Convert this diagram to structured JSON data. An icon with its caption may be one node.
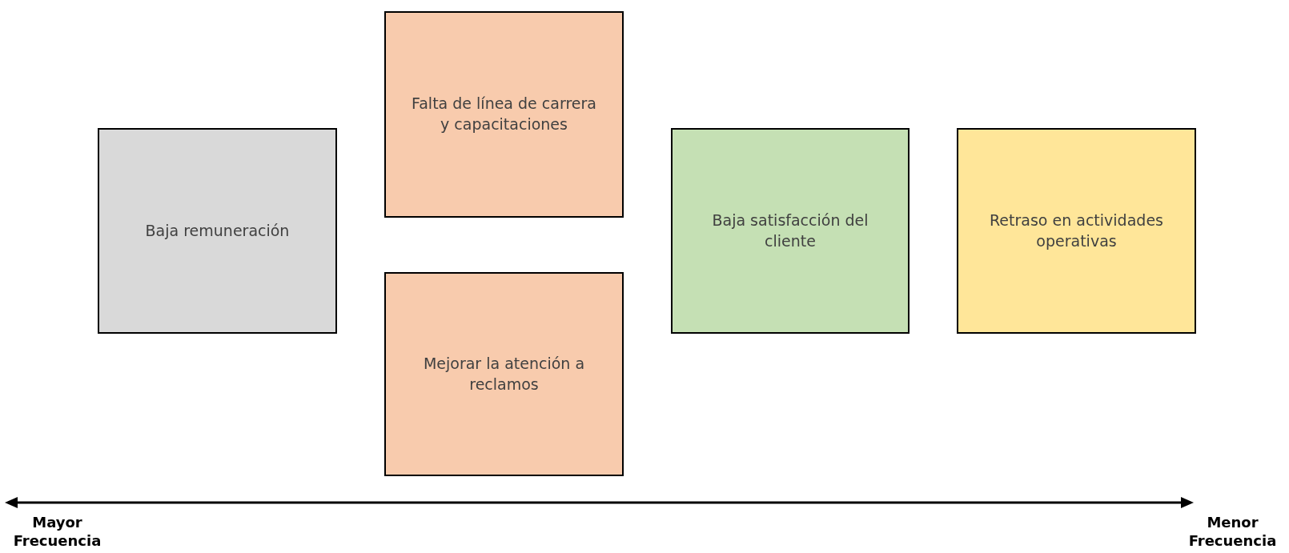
{
  "diagram": {
    "nodes": [
      {
        "text": [
          "Baja remuneración"
        ]
      },
      {
        "text": [
          "Falta de línea de carrera y capacitaciones"
        ]
      },
      {
        "text": [
          "Mejorar la atención a reclamos"
        ]
      },
      {
        "text": [
          "Baja satisfacción del cliente"
        ]
      },
      {
        "text": [
          "Retraso en actividades operativas"
        ]
      }
    ],
    "labels": [
      "Mayor Frecuencia",
      "Menor Frecuencia"
    ]
  }
}
